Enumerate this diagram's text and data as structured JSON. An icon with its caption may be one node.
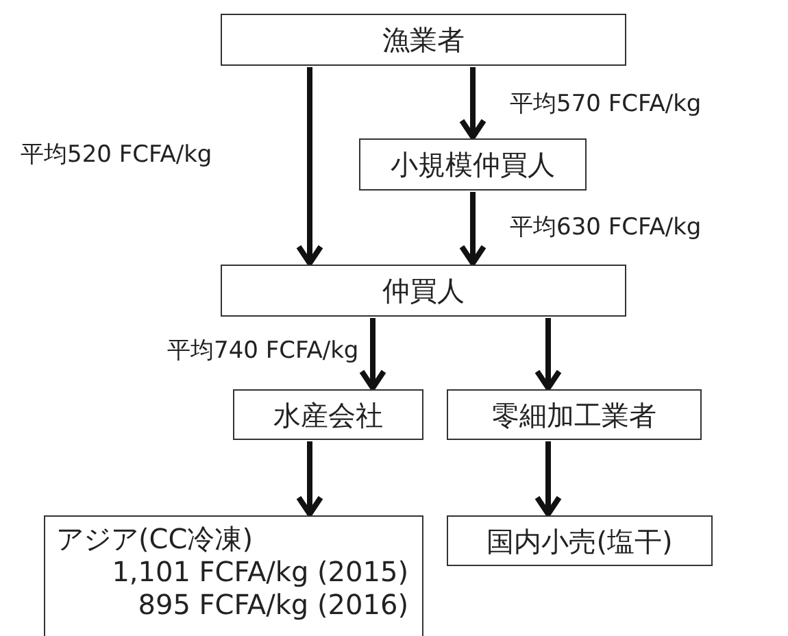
{
  "diagram": {
    "nodes": [
      {
        "text": [
          "漁業者"
        ]
      },
      {
        "text": [
          "小規模仲買人"
        ]
      },
      {
        "text": [
          "仲買人"
        ]
      },
      {
        "text": [
          "水産会社"
        ]
      },
      {
        "text": [
          "零細加工業者"
        ]
      },
      {
        "text": [
          "アジア(CC冷凍)",
          "1,101 FCFA/kg (2015)",
          "895 FCFA/kg (2016)"
        ]
      },
      {
        "text": [
          "国内小売(塩干)"
        ]
      }
    ],
    "edges": [
      {
        "from": 0,
        "to": 2,
        "arrow": "to",
        "label": "平均520 FCFA/kg"
      },
      {
        "from": 0,
        "to": 1,
        "arrow": "to",
        "label": "平均570 FCFA/kg"
      },
      {
        "from": 1,
        "to": 2,
        "arrow": "to",
        "label": "平均630 FCFA/kg"
      },
      {
        "from": 2,
        "to": 3,
        "arrow": "to",
        "label": "平均740 FCFA/kg"
      },
      {
        "from": 2,
        "to": 4,
        "arrow": "to"
      },
      {
        "from": 3,
        "to": 5,
        "arrow": "to"
      },
      {
        "from": 4,
        "to": 6,
        "arrow": "to"
      }
    ]
  }
}
